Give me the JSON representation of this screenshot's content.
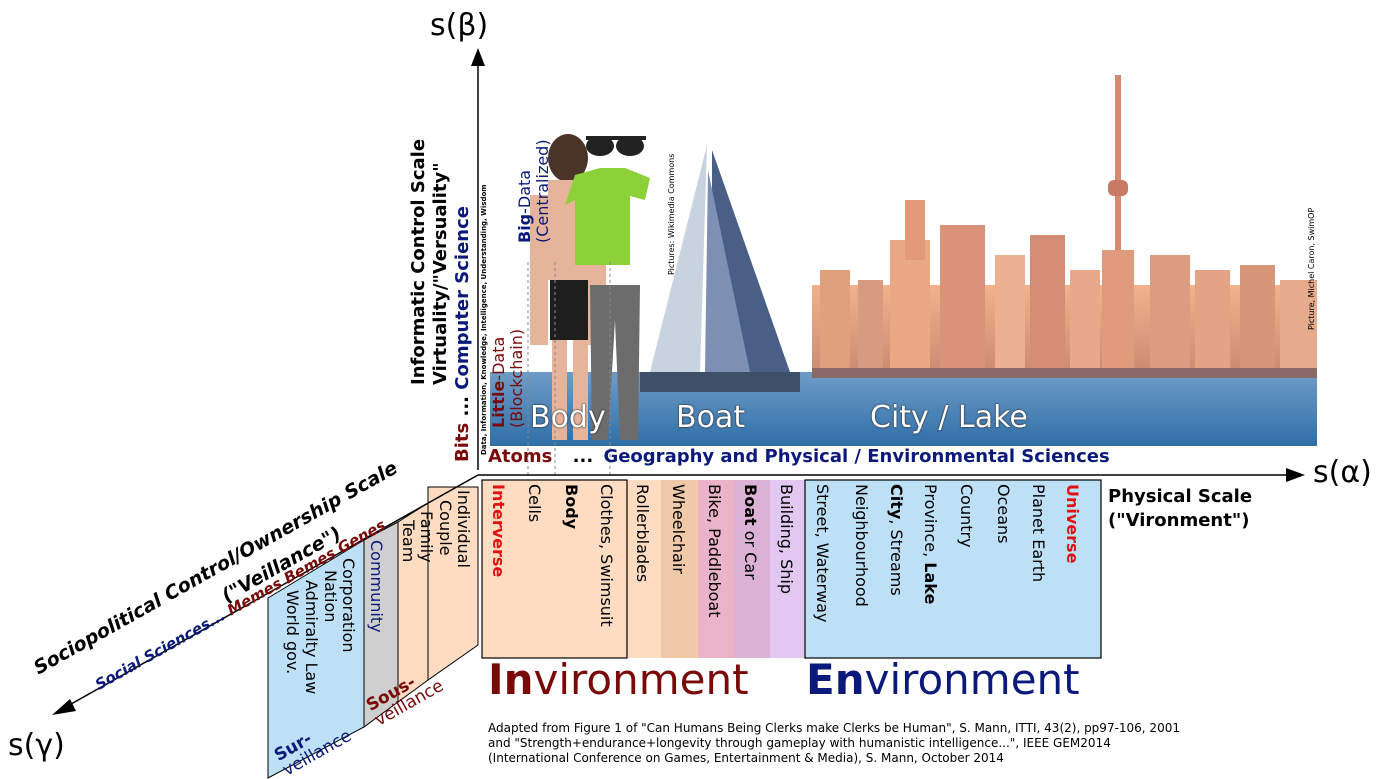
{
  "axes": {
    "beta": "s(β)",
    "alpha": "s(α)",
    "gamma": "s(γ)"
  },
  "vertical_scale": {
    "title_line1": "Informatic Control Scale",
    "title_line2": "Virtuality/\"Versuality\"",
    "bits": "Bits",
    "dots": "...",
    "computer_science": "Computer Science",
    "dikw": "Data, Information, Knowledge, Intelligence, Understanding, Wisdom",
    "little_bold": "Little",
    "little_rest": "-Data",
    "little_sub": "(Blockchain)",
    "big_bold": "Big",
    "big_rest": "-Data",
    "big_sub": "(Centralized)"
  },
  "horizontal_band": {
    "atoms": "Atoms",
    "dots": "...",
    "geography": "Geography and Physical / Environmental Sciences"
  },
  "photo_labels": {
    "body": "Body",
    "boat": "Boat",
    "city": "City / Lake"
  },
  "credits": {
    "wikimedia": "Pictures: Wikimedia Commons",
    "michel": "Picture, Michel Caron, SwimOP"
  },
  "physical_scale": {
    "line1": "Physical Scale",
    "line2": "(\"Vironment\")"
  },
  "scale_items": [
    {
      "bold": "Interverse",
      "rest": "",
      "style": "red"
    },
    {
      "bold": "",
      "rest": "Cells",
      "style": ""
    },
    {
      "bold": "Body",
      "rest": "",
      "style": "bold"
    },
    {
      "bold": "",
      "rest": "Clothes, Swimsuit",
      "style": ""
    },
    {
      "bold": "",
      "rest": "Rollerblades",
      "style": ""
    },
    {
      "bold": "",
      "rest": "Wheelchair",
      "style": ""
    },
    {
      "bold": "",
      "rest": "Bike, Paddleboat",
      "style": ""
    },
    {
      "bold": "Boat",
      "rest": " or Car",
      "style": ""
    },
    {
      "bold": "",
      "rest": "Building, Ship",
      "style": ""
    },
    {
      "bold": "",
      "rest": "Street, Waterway",
      "style": ""
    },
    {
      "bold": "",
      "rest": "Neighbourhood",
      "style": ""
    },
    {
      "bold": "City",
      "rest": ", Streams",
      "style": ""
    },
    {
      "bold": "",
      "rest": "Province, ",
      "bold2": "Lake",
      "style": ""
    },
    {
      "bold": "",
      "rest": "Country",
      "style": ""
    },
    {
      "bold": "",
      "rest": "Oceans",
      "style": ""
    },
    {
      "bold": "",
      "rest": "Planet Earth",
      "style": ""
    },
    {
      "bold": "Universe",
      "rest": "",
      "style": "red"
    }
  ],
  "inviron": {
    "big": "In",
    "rest": "vironment"
  },
  "environ": {
    "big": "En",
    "rest": "vironment"
  },
  "socio": {
    "title": "Sociopolitical Control/Ownership Scale",
    "subtitle": "(\"Veillance\")",
    "social": "Social Sciences...",
    "memes": "Memes Bemes Genes"
  },
  "social_items": {
    "individual": "Individual",
    "couple": "Couple",
    "family": "Family",
    "team": "Team",
    "community": "Community",
    "corporation": "Corporation",
    "nation": "Nation",
    "admiralty": "Admiralty Law",
    "world": "World gov."
  },
  "veillance": {
    "sous_bold": "Sous-",
    "sous_rest": "veillance",
    "sur_bold": "Sur-",
    "sur_rest": "veillance"
  },
  "citation": {
    "line1": "Adapted from Figure 1 of \"Can Humans Being Clerks make Clerks be Human\", S. Mann, ITTI, 43(2), pp97-106, 2001",
    "line2": "and \"Strength+endurance+longevity through gameplay with humanistic intelligence...\", IEEE GEM2014",
    "line3": "(International Conference on Games, Entertainment & Media), S. Mann, October 2014"
  },
  "colors": {
    "navy": "#0b1a7a",
    "maroon": "#7a0a0a",
    "red": "#e01010",
    "peach": "#fddcc2",
    "tan": "#f0c9a8",
    "pink": "#eab3c8",
    "lilac": "#e2c8f0",
    "lightblue": "#bde0f7",
    "gray": "#cfcfcf"
  }
}
